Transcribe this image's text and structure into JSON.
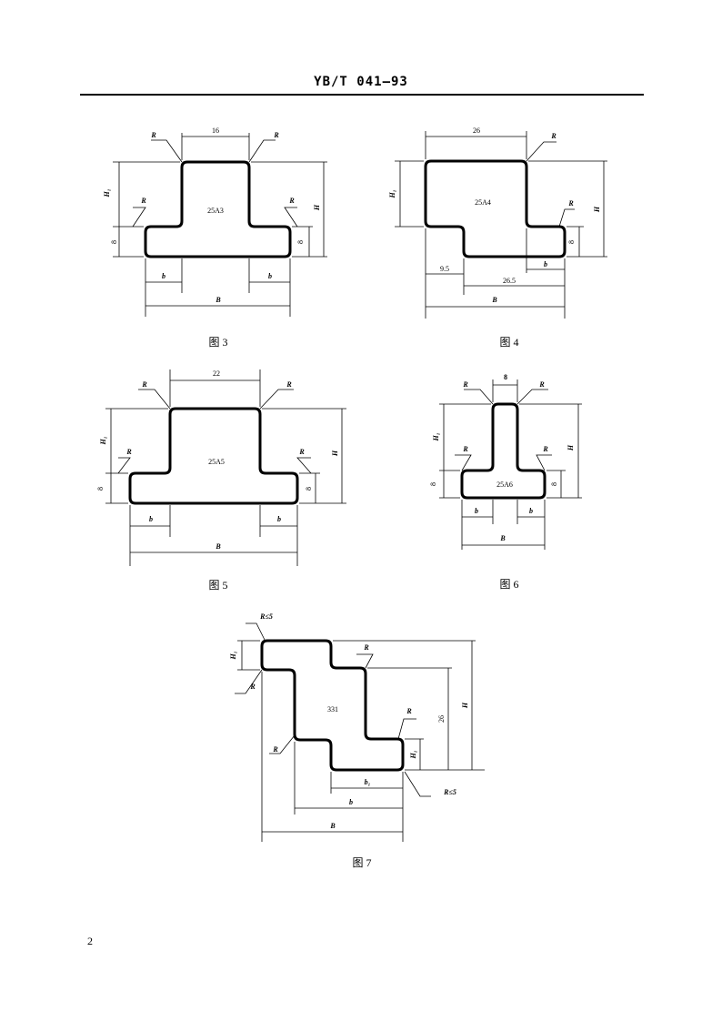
{
  "header": {
    "title": "YB/T 041—93"
  },
  "page_number": "2",
  "figures": [
    {
      "caption": "图 3",
      "section": "25A3",
      "labels": {
        "top_width": "16",
        "radius": "R",
        "h1": "H₁",
        "h": "H",
        "thickness": "8",
        "b": "b",
        "B": "B"
      }
    },
    {
      "caption": "图 4",
      "section": "25A4",
      "labels": {
        "top_width": "26",
        "radius": "R",
        "h1": "H₁",
        "h": "H",
        "thickness": "8",
        "left_offset": "9.5",
        "web_width": "26.5",
        "b": "b",
        "B": "B"
      }
    },
    {
      "caption": "图 5",
      "section": "25A5",
      "labels": {
        "top_width": "22",
        "radius": "R",
        "h1": "H₁",
        "h": "H",
        "thickness": "8",
        "b": "b",
        "B": "B"
      }
    },
    {
      "caption": "图 6",
      "section": "25A6",
      "labels": {
        "top_width": "8",
        "radius": "R",
        "h1": "H₁",
        "h": "H",
        "thickness": "8",
        "b": "b",
        "B": "B"
      }
    },
    {
      "caption": "图 7",
      "section": "331",
      "labels": {
        "radius": "R",
        "radius_limit": "R≤5",
        "h1": "H₁",
        "h": "H",
        "height_26": "26",
        "b1": "b₁",
        "b": "b",
        "B": "B"
      }
    }
  ]
}
